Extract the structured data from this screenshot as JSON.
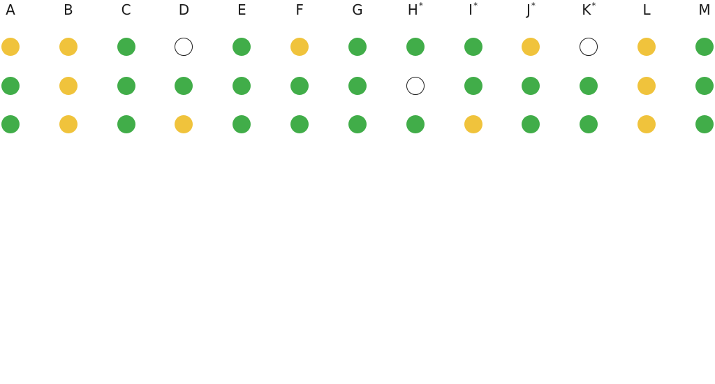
{
  "colors": {
    "green": "#41ad49",
    "yellow": "#f0c33c",
    "empty": "#ffffff",
    "text": "#1a1a1a"
  },
  "columns": [
    {
      "label": "A",
      "mark": "",
      "dots": [
        "yellow",
        "green",
        "green"
      ]
    },
    {
      "label": "B",
      "mark": "",
      "dots": [
        "yellow",
        "yellow",
        "yellow"
      ]
    },
    {
      "label": "C",
      "mark": "",
      "dots": [
        "green",
        "green",
        "green"
      ]
    },
    {
      "label": "D",
      "mark": "",
      "dots": [
        "empty",
        "green",
        "yellow"
      ]
    },
    {
      "label": "E",
      "mark": "",
      "dots": [
        "green",
        "green",
        "green"
      ]
    },
    {
      "label": "F",
      "mark": "",
      "dots": [
        "yellow",
        "green",
        "green"
      ]
    },
    {
      "label": "G",
      "mark": "",
      "dots": [
        "green",
        "green",
        "green"
      ]
    },
    {
      "label": "H",
      "mark": "*",
      "dots": [
        "green",
        "empty",
        "green"
      ]
    },
    {
      "label": "I",
      "mark": "*",
      "dots": [
        "green",
        "green",
        "yellow"
      ]
    },
    {
      "label": "J",
      "mark": "*",
      "dots": [
        "yellow",
        "green",
        "green"
      ]
    },
    {
      "label": "K",
      "mark": "*",
      "dots": [
        "empty",
        "green",
        "green"
      ]
    },
    {
      "label": "L",
      "mark": "",
      "dots": [
        "yellow",
        "yellow",
        "yellow"
      ]
    },
    {
      "label": "M",
      "mark": "",
      "dots": [
        "green",
        "green",
        "green"
      ]
    }
  ]
}
